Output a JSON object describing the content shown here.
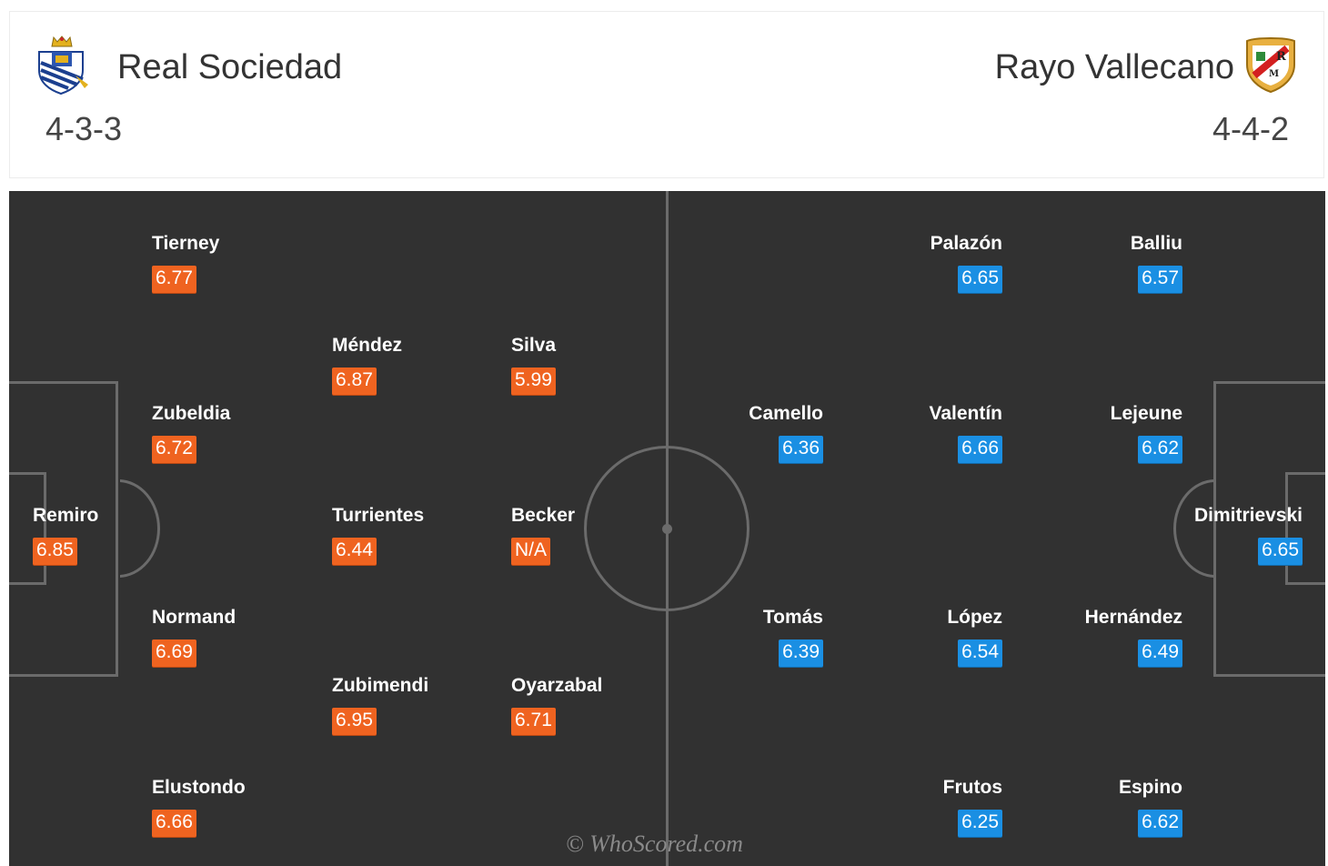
{
  "home": {
    "name": "Real Sociedad",
    "formation": "4-3-3",
    "crest_icon": "real-sociedad-crest-icon",
    "accent_color": "#ef6320",
    "players": [
      {
        "name": "Tierney",
        "rating": "6.77"
      },
      {
        "name": "Méndez",
        "rating": "6.87"
      },
      {
        "name": "Silva",
        "rating": "5.99"
      },
      {
        "name": "Zubeldia",
        "rating": "6.72"
      },
      {
        "name": "Remiro",
        "rating": "6.85"
      },
      {
        "name": "Turrientes",
        "rating": "6.44"
      },
      {
        "name": "Becker",
        "rating": "N/A"
      },
      {
        "name": "Normand",
        "rating": "6.69"
      },
      {
        "name": "Zubimendi",
        "rating": "6.95"
      },
      {
        "name": "Oyarzabal",
        "rating": "6.71"
      },
      {
        "name": "Elustondo",
        "rating": "6.66"
      }
    ]
  },
  "away": {
    "name": "Rayo Vallecano",
    "formation": "4-4-2",
    "crest_icon": "rayo-vallecano-crest-icon",
    "accent_color": "#1a8fe3",
    "players": [
      {
        "name": "Palazón",
        "rating": "6.65"
      },
      {
        "name": "Balliu",
        "rating": "6.57"
      },
      {
        "name": "Camello",
        "rating": "6.36"
      },
      {
        "name": "Valentín",
        "rating": "6.66"
      },
      {
        "name": "Lejeune",
        "rating": "6.62"
      },
      {
        "name": "Dimitrievski",
        "rating": "6.65"
      },
      {
        "name": "Tomás",
        "rating": "6.39"
      },
      {
        "name": "López",
        "rating": "6.54"
      },
      {
        "name": "Hernández",
        "rating": "6.49"
      },
      {
        "name": "Frutos",
        "rating": "6.25"
      },
      {
        "name": "Espino",
        "rating": "6.62"
      }
    ]
  },
  "watermark": "© WhoScored.com"
}
